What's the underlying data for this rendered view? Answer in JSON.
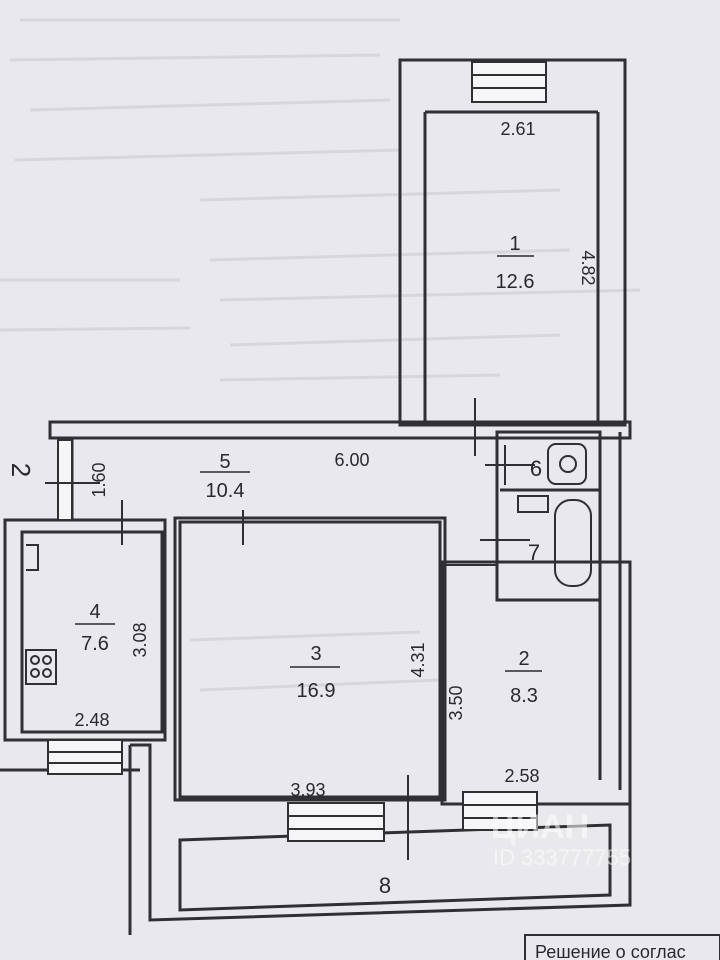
{
  "rooms": [
    {
      "id": "room-1",
      "number": "1",
      "area": "12.6"
    },
    {
      "id": "room-2",
      "number": "2",
      "area": "8.3"
    },
    {
      "id": "room-3",
      "number": "3",
      "area": "16.9"
    },
    {
      "id": "room-4",
      "number": "4",
      "area": "7.6"
    },
    {
      "id": "room-5",
      "number": "5",
      "area": "10.4"
    }
  ],
  "labels": {
    "room_6": "6",
    "room_7": "7",
    "room_8": "8",
    "edge_left": "2"
  },
  "dimensions": {
    "room1_width": "2.61",
    "room1_length": "4.82",
    "hall_length": "6.00",
    "hall_width": "1.60",
    "room4_length": "3.08",
    "room4_width": "2.48",
    "room3_length": "4.31",
    "room3_width": "3.93",
    "room2_length": "3.50",
    "room2_width": "2.58"
  },
  "watermark": {
    "brand": "ЦИАН",
    "id_text": "ID 333777755"
  },
  "stamp_text": "Решение о соглас",
  "colors": {
    "paper": "#e9e8ec",
    "wall": "#2f2f34"
  }
}
